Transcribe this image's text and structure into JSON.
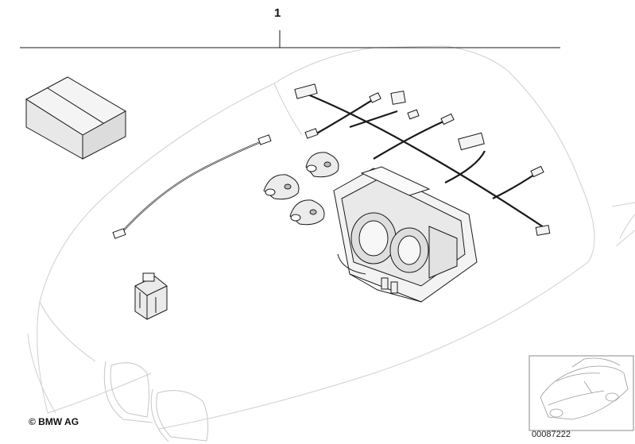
{
  "diagram": {
    "callout_number": "1",
    "copyright": "© BMW AG",
    "document_number": "00087222"
  },
  "colors": {
    "line": "#1a1a1a",
    "ghost": "#c8c8c8",
    "fill_light": "#f2f2f2",
    "fill_mid": "#dcdcdc"
  }
}
